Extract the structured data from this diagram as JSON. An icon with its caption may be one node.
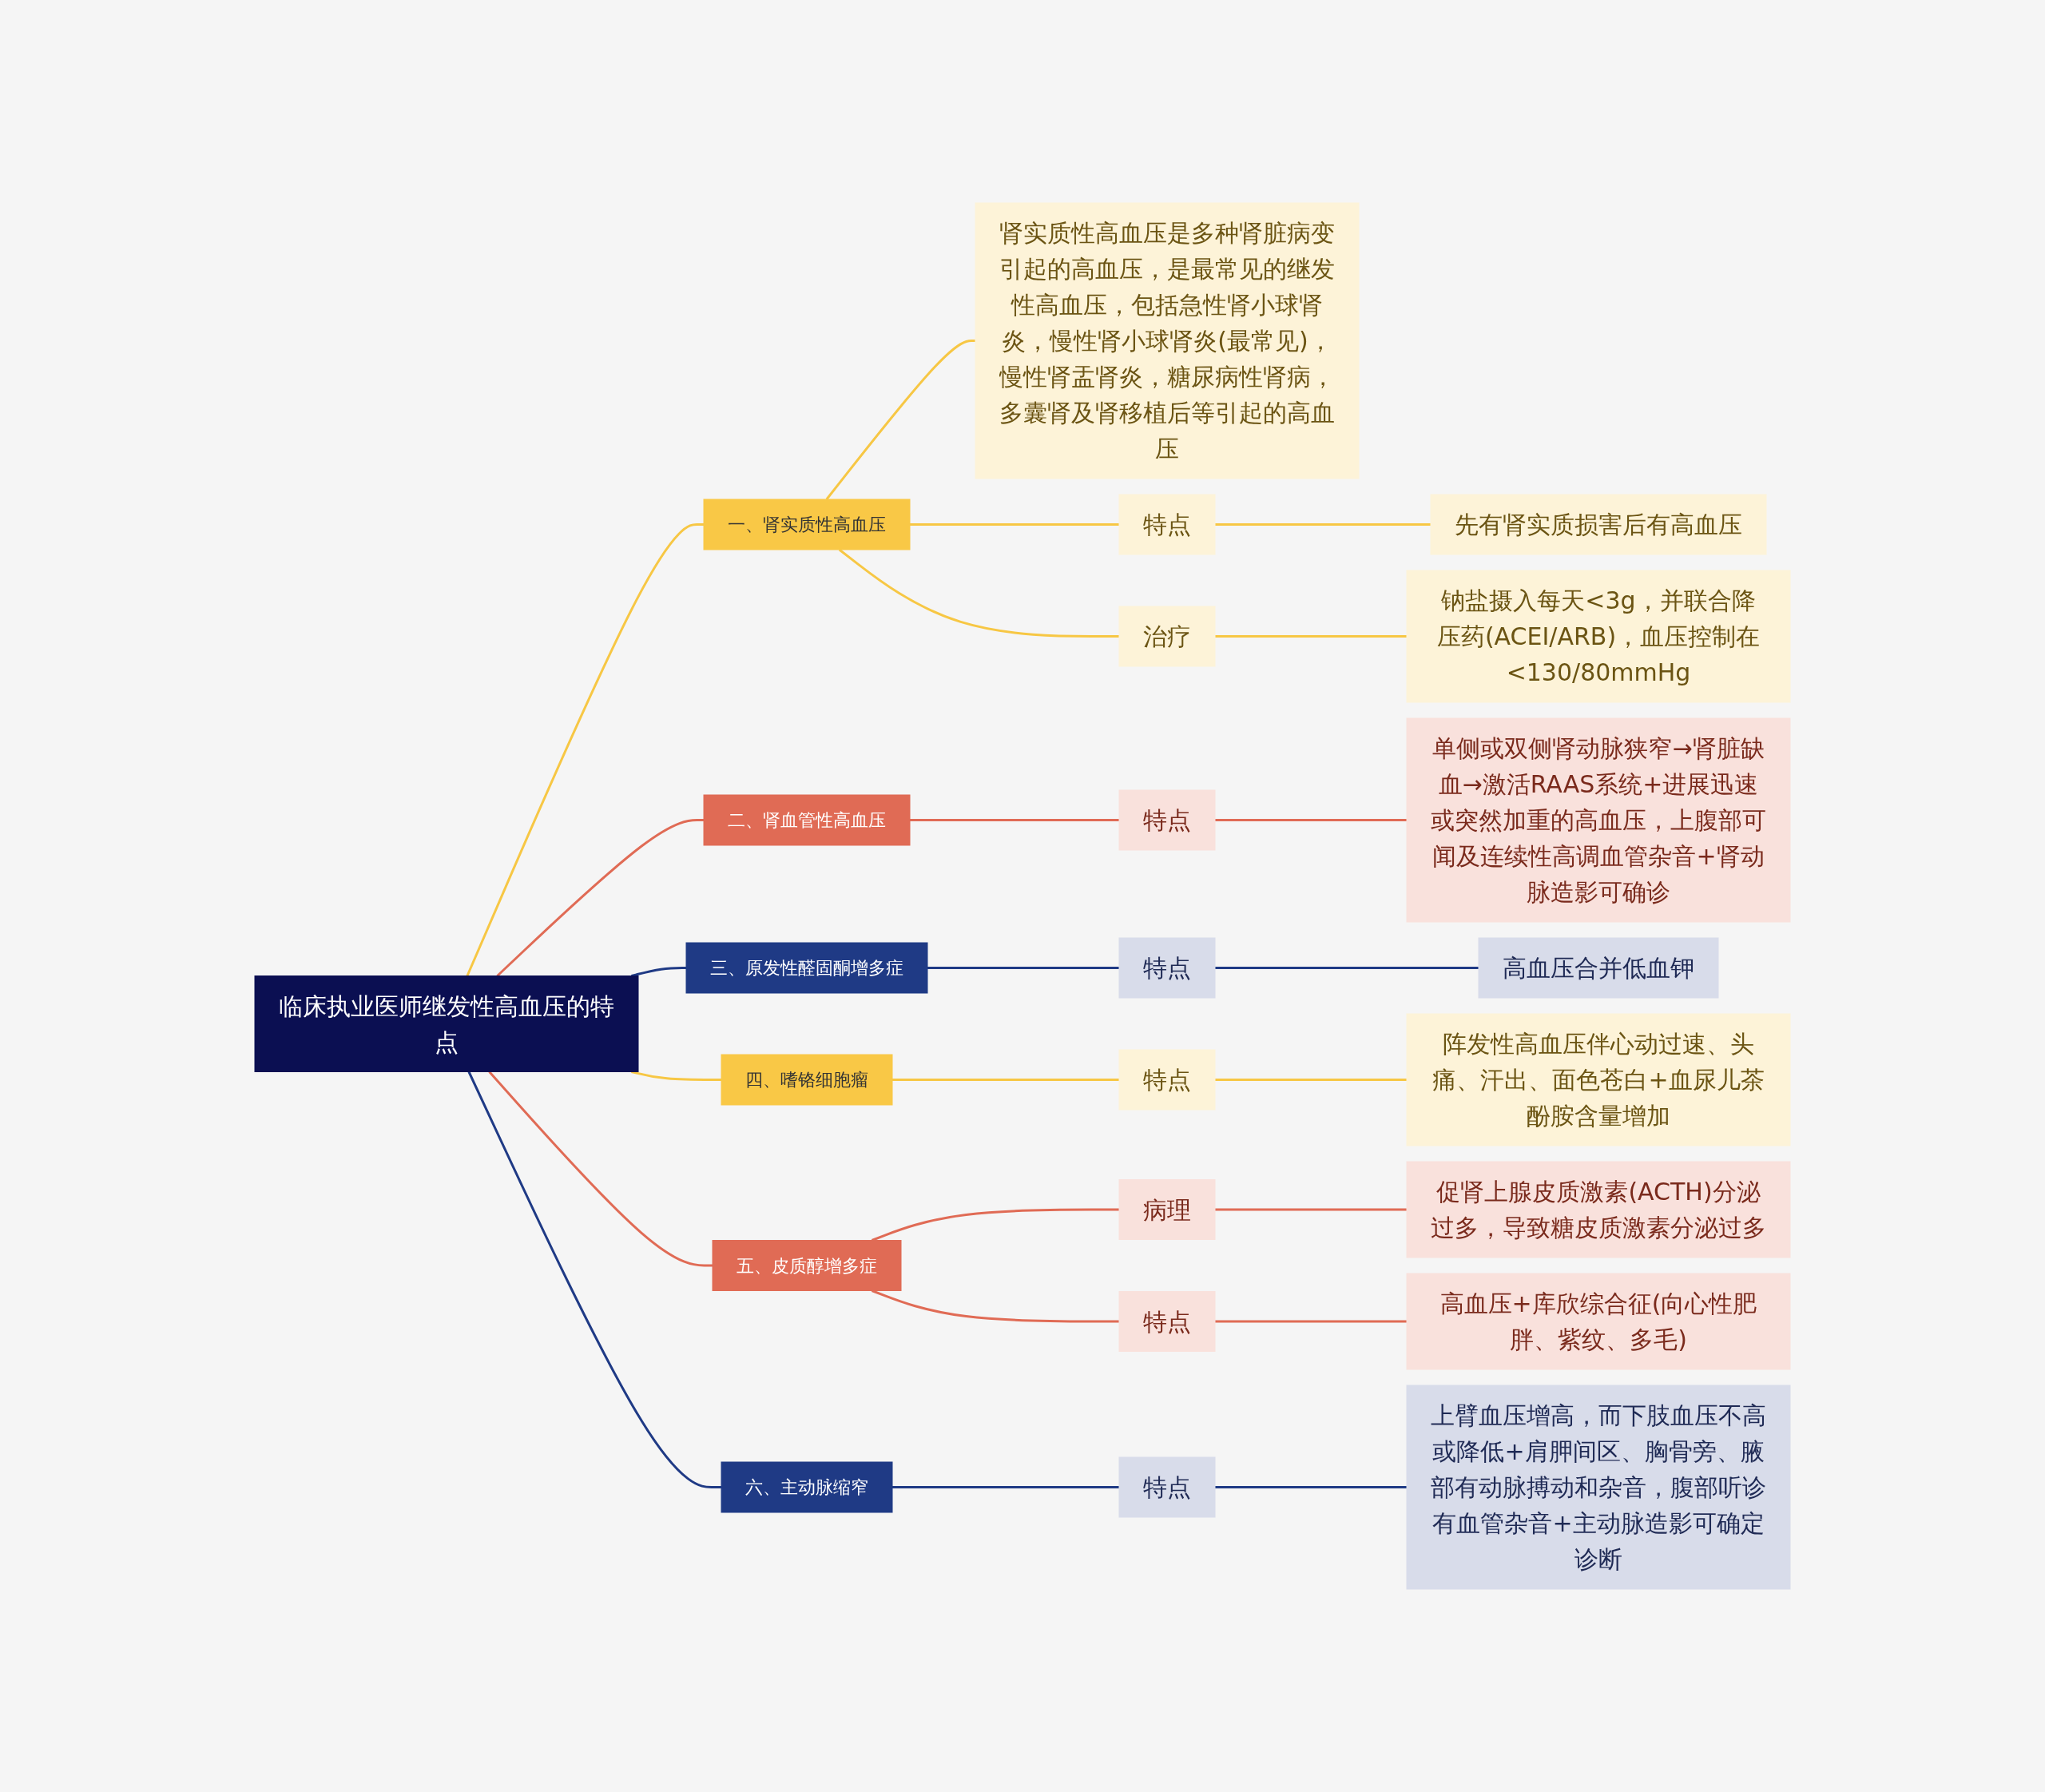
{
  "diagram": {
    "nodes": [
      {
        "text": [
          "临床执业医师继发性高血压的特点"
        ]
      },
      {
        "text": [
          "一、肾实质性高血压"
        ]
      },
      {
        "text": [
          "肾实质性高血压是多种肾脏病变引起的高血压，是最常见的继发性高血压，包括急性肾小球肾炎，慢性肾小球肾炎(最常见)，慢性肾盂肾炎，糖尿病性肾病，多囊肾及肾移植后等引起的高血压"
        ]
      },
      {
        "text": [
          "特点"
        ]
      },
      {
        "text": [
          "先有肾实质损害后有高血压"
        ]
      },
      {
        "text": [
          "治疗"
        ]
      },
      {
        "text": [
          "钠盐摄入每天<3g，并联合降压药(ACEI/ARB)，血压控制在<130/80mmHg"
        ]
      },
      {
        "text": [
          "二、肾血管性高血压"
        ]
      },
      {
        "text": [
          "特点"
        ]
      },
      {
        "text": [
          "单侧或双侧肾动脉狭窄→肾脏缺血→激活RAAS系统+进展迅速或突然加重的高血压，上腹部可闻及连续性高调血管杂音+肾动脉造影可确诊"
        ]
      },
      {
        "text": [
          "三、原发性醛固酮增多症"
        ]
      },
      {
        "text": [
          "特点"
        ]
      },
      {
        "text": [
          "高血压合并低血钾"
        ]
      },
      {
        "text": [
          "四、嗜铬细胞瘤"
        ]
      },
      {
        "text": [
          "特点"
        ]
      },
      {
        "text": [
          "阵发性高血压伴心动过速、头痛、汗出、面色苍白+血尿儿茶酚胺含量增加"
        ]
      },
      {
        "text": [
          "五、皮质醇增多症"
        ]
      },
      {
        "text": [
          "病理"
        ]
      },
      {
        "text": [
          "促肾上腺皮质激素(ACTH)分泌过多，导致糖皮质激素分泌过多"
        ]
      },
      {
        "text": [
          "特点"
        ]
      },
      {
        "text": [
          "高血压+库欣综合征(向心性肥胖、紫纹、多毛)"
        ]
      },
      {
        "text": [
          "六、主动脉缩窄"
        ]
      },
      {
        "text": [
          "特点"
        ]
      },
      {
        "text": [
          "上臂血压增高，而下肢血压不高或降低+肩胛间区、胸骨旁、腋部有动脉搏动和杂音，腹部听诊有血管杂音+主动脉造影可确定诊断"
        ]
      }
    ],
    "edges": [
      {
        "from": 0,
        "to": 1,
        "arrow": "none",
        "color": "#f7c744"
      },
      {
        "from": 1,
        "to": 2,
        "arrow": "none",
        "color": "#f7c744"
      },
      {
        "from": 1,
        "to": 3,
        "arrow": "none",
        "color": "#f7c744"
      },
      {
        "from": 3,
        "to": 4,
        "arrow": "none",
        "color": "#f7c744"
      },
      {
        "from": 1,
        "to": 5,
        "arrow": "none",
        "color": "#f7c744"
      },
      {
        "from": 5,
        "to": 6,
        "arrow": "none",
        "color": "#f7c744"
      },
      {
        "from": 0,
        "to": 7,
        "arrow": "none",
        "color": "#e06b55"
      },
      {
        "from": 7,
        "to": 8,
        "arrow": "none",
        "color": "#e06b55"
      },
      {
        "from": 8,
        "to": 9,
        "arrow": "none",
        "color": "#e06b55"
      },
      {
        "from": 0,
        "to": 10,
        "arrow": "none",
        "color": "#1f3a85"
      },
      {
        "from": 10,
        "to": 11,
        "arrow": "none",
        "color": "#1f3a85"
      },
      {
        "from": 11,
        "to": 12,
        "arrow": "none",
        "color": "#1f3a85"
      },
      {
        "from": 0,
        "to": 13,
        "arrow": "none",
        "color": "#f7c744"
      },
      {
        "from": 13,
        "to": 14,
        "arrow": "none",
        "color": "#f7c744"
      },
      {
        "from": 14,
        "to": 15,
        "arrow": "none",
        "color": "#f7c744"
      },
      {
        "from": 0,
        "to": 16,
        "arrow": "none",
        "color": "#e06b55"
      },
      {
        "from": 16,
        "to": 17,
        "arrow": "none",
        "color": "#e06b55"
      },
      {
        "from": 17,
        "to": 18,
        "arrow": "none",
        "color": "#e06b55"
      },
      {
        "from": 16,
        "to": 19,
        "arrow": "none",
        "color": "#e06b55"
      },
      {
        "from": 19,
        "to": 20,
        "arrow": "none",
        "color": "#e06b55"
      },
      {
        "from": 0,
        "to": 21,
        "arrow": "none",
        "color": "#1f3a85"
      },
      {
        "from": 21,
        "to": 22,
        "arrow": "none",
        "color": "#1f3a85"
      },
      {
        "from": 22,
        "to": 23,
        "arrow": "none",
        "color": "#1f3a85"
      }
    ]
  }
}
